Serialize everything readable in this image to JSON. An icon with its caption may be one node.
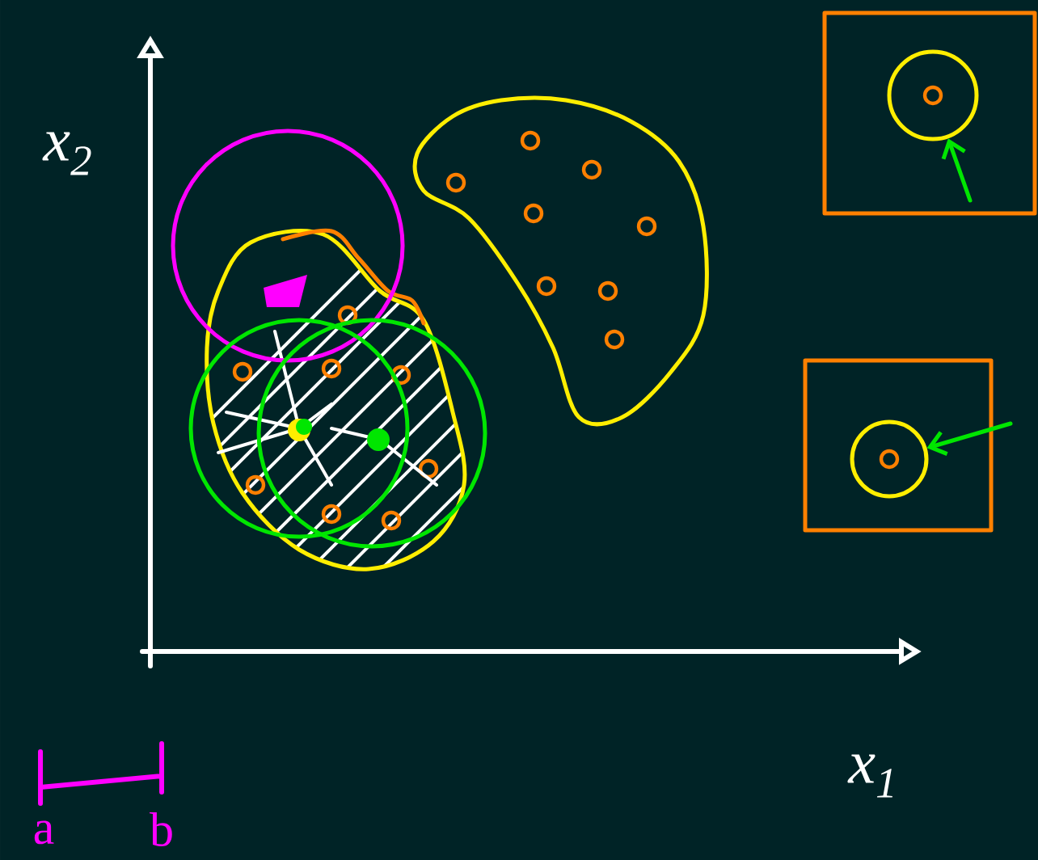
{
  "diagram": {
    "nodes": [
      {
        "text": [],
        "shape": "circle"
      },
      {
        "text": [],
        "shape": "circle"
      }
    ],
    "edges": [
      {
        "from": null,
        "to": 0,
        "arrow": "to"
      },
      {
        "from": null,
        "to": 1,
        "arrow": "to"
      }
    ],
    "labels": [
      "x$_{2}$",
      "x$_{1}$",
      "a",
      "b"
    ]
  }
}
